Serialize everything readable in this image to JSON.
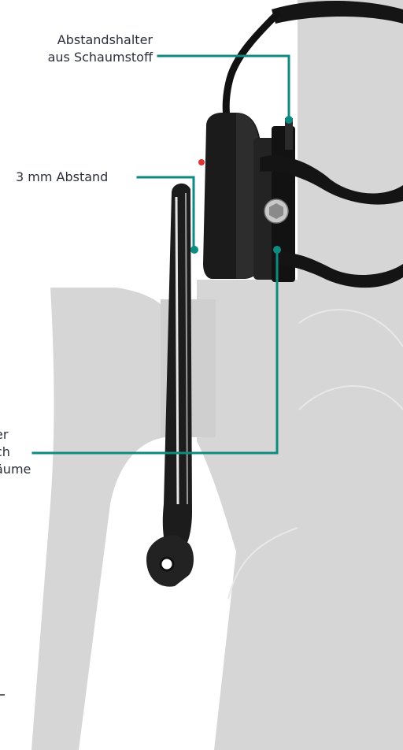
{
  "annotations": {
    "foam_spacer": {
      "line1": "Abstandshalter",
      "line2": "aus Schaumstoff"
    },
    "gap": {
      "text": "3 mm Abstand"
    },
    "left_cut": {
      "line1": "er",
      "line2": "ch",
      "line3": "äume"
    }
  },
  "colors": {
    "accent": "#0f8a80",
    "frame": "#d6d6d6",
    "device": "#1b1b1b",
    "text": "#2a2f3a"
  },
  "icons": [
    "bike-frame",
    "mount-bracket",
    "cable",
    "bolt",
    "cable-tie"
  ]
}
